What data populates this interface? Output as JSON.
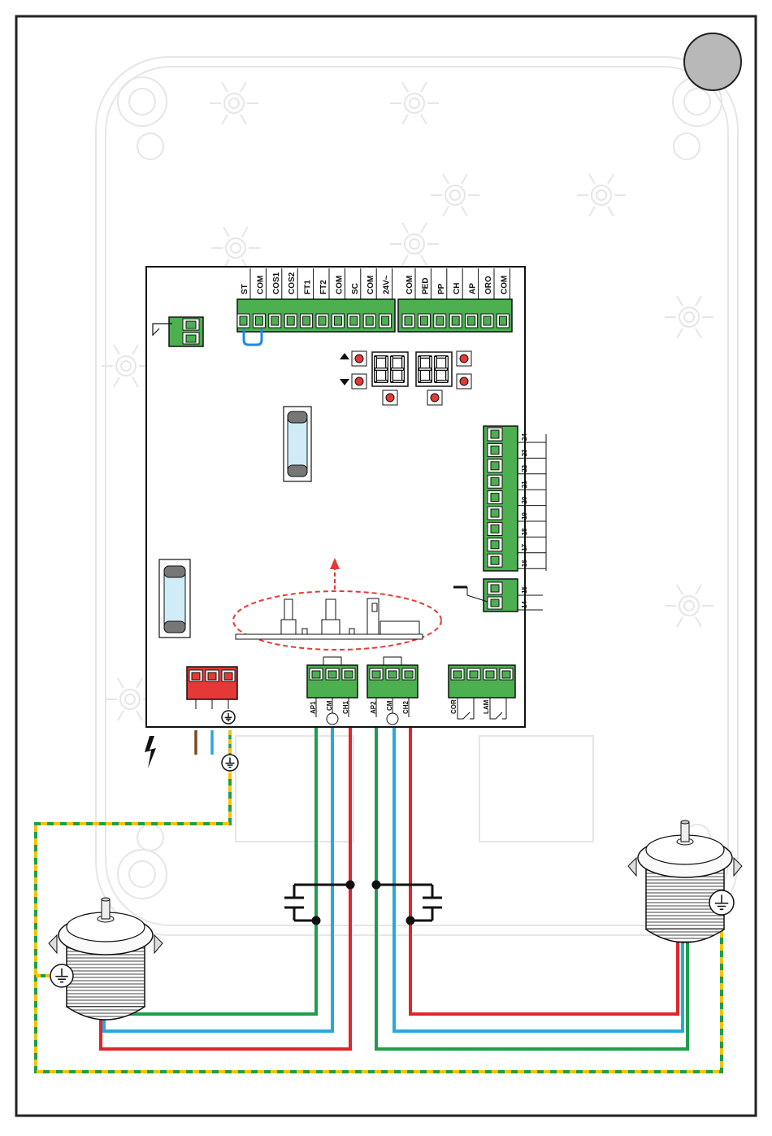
{
  "top_terminal_labels": [
    "ST",
    "COM",
    "COS1",
    "COS2",
    "FT1",
    "FT2",
    "COM",
    "SC",
    "COM",
    "24V~",
    "COM",
    "PED",
    "PP",
    "CH",
    "AP",
    "ORO",
    "COM"
  ],
  "side_terminal_numbers": [
    "24",
    "23",
    "22",
    "21",
    "20",
    "19",
    "18",
    "17",
    "16"
  ],
  "side_terminal_small_numbers": [
    "15",
    "14"
  ],
  "motor1_terminal_labels": [
    "AP1",
    "CM",
    "CH1"
  ],
  "motor2_terminal_labels": [
    "AP2",
    "CM",
    "CH2"
  ],
  "accessory_terminal_labels": [
    "COR",
    "LAM"
  ],
  "colors": {
    "terminal_green": "#4caf50",
    "power_red": "#e53935",
    "wire_green": "#1e9e4a",
    "wire_blue": "#29a8e0",
    "wire_red": "#e0262b",
    "wire_brown": "#7b4a1e",
    "earth_yellow": "#f4c400",
    "indicator_gray": "#b8b8b8"
  }
}
